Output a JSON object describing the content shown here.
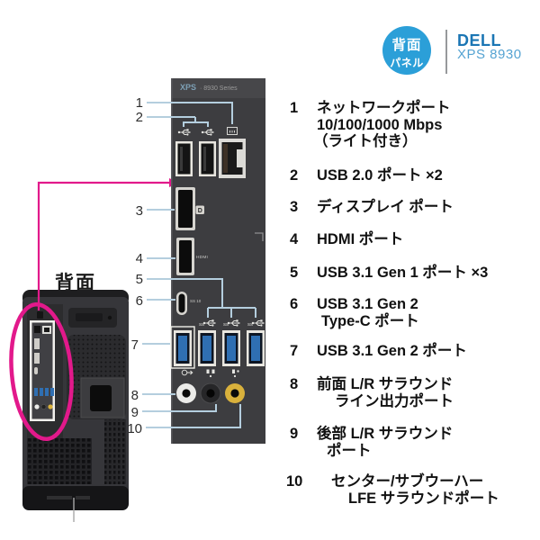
{
  "header": {
    "badge_line1": "背面",
    "badge_line2": "パネル",
    "brand": "DELL",
    "model": "XPS 8930"
  },
  "tower": {
    "label": "背面"
  },
  "panel": {
    "title_brand": "XPS",
    "title_series": "· 8930 Series",
    "hdmi_label": "HDMI",
    "displayport_label": "D",
    "typec_label": "SS 10",
    "ss_label": "SS"
  },
  "list": {
    "items": [
      {
        "num": "1",
        "line1": "ネットワークポート",
        "line2": "10/100/1000 Mbps",
        "line3": "（ライト付き）"
      },
      {
        "num": "2",
        "line1": "USB 2.0 ポート ×2"
      },
      {
        "num": "3",
        "line1": "ディスプレイ ポート"
      },
      {
        "num": "4",
        "line1": "HDMI ポート"
      },
      {
        "num": "5",
        "line1": "USB 3.1 Gen 1 ポート ×3"
      },
      {
        "num": "6",
        "line1": "USB 3.1 Gen 2",
        "line2": "Type-C ポート"
      },
      {
        "num": "7",
        "line1": "USB 3.1 Gen 2 ポート"
      },
      {
        "num": "8",
        "line1": "前面 L/R サラウンド",
        "line2": "ライン出力ポート"
      },
      {
        "num": "9",
        "line1": "後部 L/R サラウンド",
        "line2": "ポート"
      },
      {
        "num": "10",
        "line1": "センター/サブウーハー",
        "line2": "LFE サラウンドポート"
      }
    ]
  },
  "colors": {
    "badge_blue": "#2b9fd8",
    "dell_blue": "#1b76b4",
    "model_blue": "#55a3d2",
    "highlight_pink": "#e2198b",
    "callout_blue": "#b4cede",
    "jack_yellow": "#d9b13c",
    "usb3_blue": "#2f6fb2"
  }
}
